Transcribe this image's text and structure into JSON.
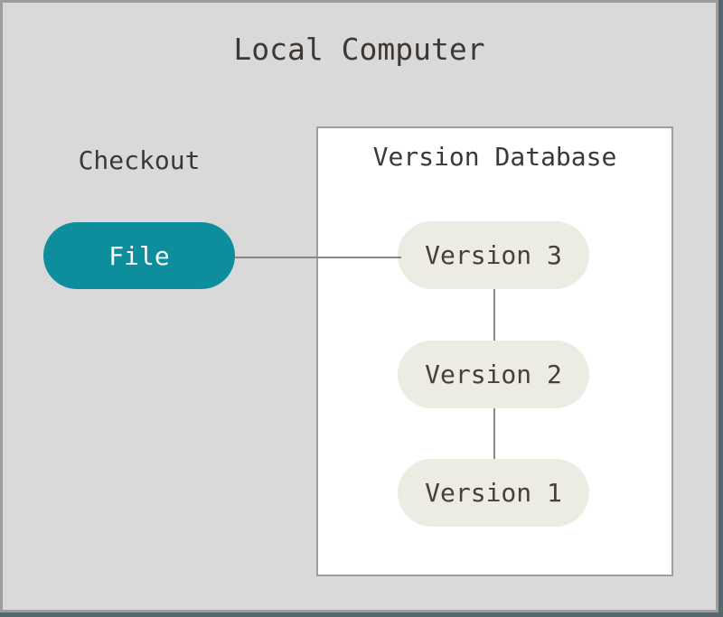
{
  "diagram": {
    "title": "Local Computer"
  },
  "checkout": {
    "label": "Checkout",
    "file_node": "File"
  },
  "version_database": {
    "title": "Version Database",
    "versions": [
      "Version 3",
      "Version 2",
      "Version 1"
    ]
  },
  "colors": {
    "background": "#d9d9d9",
    "window_border": "#9d9d9d",
    "edge_strip": "#55686f",
    "file_node_fill": "#0e8e9c",
    "file_node_text": "#fafafa",
    "version_node_fill": "#edece3",
    "box_fill": "#ffffff",
    "box_border": "#9e9e9e",
    "connector_line": "#8e877e",
    "text": "#3d3834"
  }
}
